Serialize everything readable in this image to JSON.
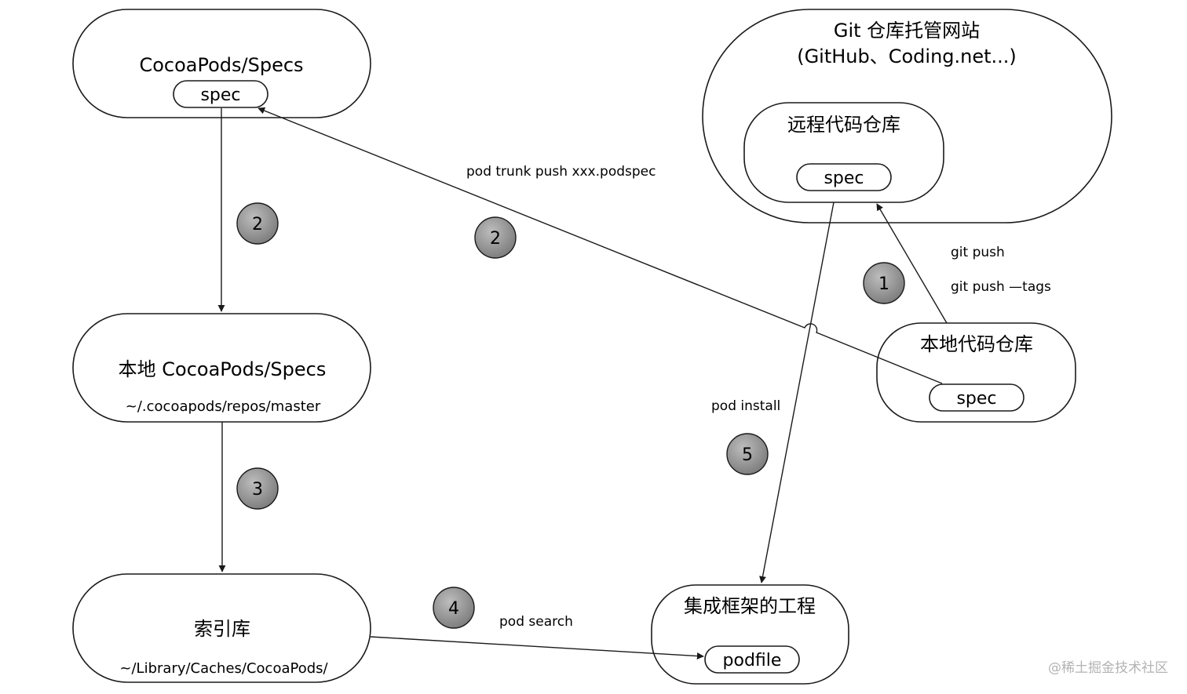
{
  "nodes": {
    "remote_specs": {
      "title": "CocoaPods/Specs",
      "pill": "spec"
    },
    "git_host": {
      "title": "Git 仓库托管网站",
      "subtitle": "(GitHub、Coding.net...)"
    },
    "remote_repo": {
      "title": "远程代码仓库",
      "pill": "spec"
    },
    "local_specs": {
      "title": "本地 CocoaPods/Specs",
      "subtitle": "~/.cocoapods/repos/master"
    },
    "local_repo": {
      "title": "本地代码仓库",
      "pill": "spec"
    },
    "index": {
      "title": "索引库",
      "subtitle": "~/Library/Caches/CocoaPods/"
    },
    "project": {
      "title": "集成框架的工程",
      "pill": "podfile"
    }
  },
  "edges": {
    "trunk_push": {
      "label": "pod trunk push xxx.podspec",
      "step": "2"
    },
    "sync_specs": {
      "step": "2"
    },
    "build_index": {
      "step": "3"
    },
    "search": {
      "label": "pod search",
      "step": "4"
    },
    "git_push": {
      "label1": "git push",
      "label2": "git push —tags",
      "step": "1"
    },
    "install": {
      "label": "pod install",
      "step": "5"
    }
  },
  "watermark": "@稀土掘金技术社区",
  "colors": {
    "badge_fill": "#8c8c8c",
    "stroke": "#1a1a1a",
    "background": "#ffffff"
  }
}
